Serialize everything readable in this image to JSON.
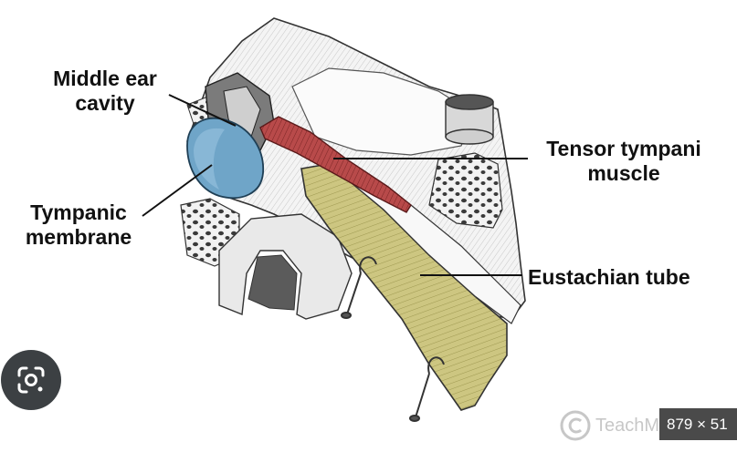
{
  "labels": {
    "middle_ear": [
      "Middle ear",
      "cavity"
    ],
    "tympanic": [
      "Tympanic",
      "membrane"
    ],
    "tensor": [
      "Tensor tympani",
      "muscle"
    ],
    "eustachian": "Eustachian tube"
  },
  "watermark": "TeachMe",
  "size_badge": "879 × 51",
  "colors": {
    "membrane": "#6fa5c8",
    "muscle": "#b84a4a",
    "tube": "#c9c27a",
    "bone": "#efefef",
    "ink": "#222222"
  },
  "icons": {
    "lens": "google-lens-icon",
    "watermark": "copyright-circle-icon"
  }
}
